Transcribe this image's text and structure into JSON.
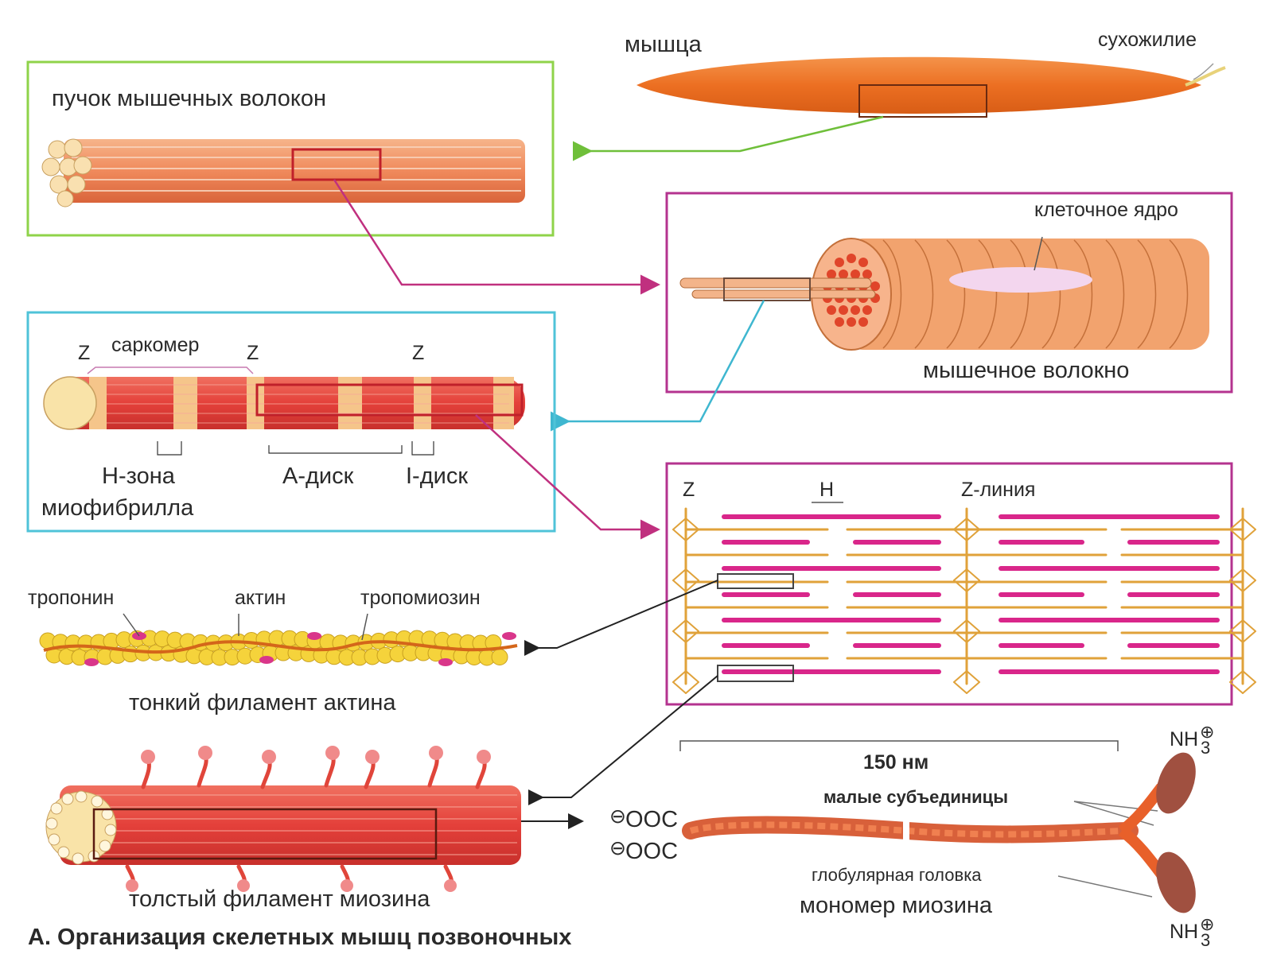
{
  "labels": {
    "muscle": "мышца",
    "tendon": "сухожилие",
    "bundle": "пучок мышечных волокон",
    "nucleus": "клеточное ядро",
    "fiber": "мышечное волокно",
    "sarcomere": "саркомер",
    "z1": "Z",
    "z2": "Z",
    "z3": "Z",
    "h_zone": "H-зона",
    "a_disk": "A-диск",
    "i_disk": "I-диск",
    "myofibril": "миофибрилла",
    "sarc_z": "Z",
    "sarc_h": "H",
    "sarc_zline": "Z-линия",
    "troponin": "тропонин",
    "actin": "актин",
    "tropomyosin": "тропомиозин",
    "thin_filament": "тонкий филамент актина",
    "thick_filament": "толстый филамент миозина",
    "length": "150 нм",
    "small_subunits": "малые субъединицы",
    "globular_head": "глобулярная головка",
    "myosin_monomer": "мономер миозина",
    "ooc1": "OOC",
    "ooc2": "OOC",
    "nh3_top": "NH",
    "nh3_bottom": "NH",
    "nh3_sub": "3",
    "charge_minus": "⊖",
    "charge_plus": "⊕",
    "caption": "А. Организация скелетных мышц позвоночных"
  },
  "colors": {
    "green_frame": "#8fd34a",
    "magenta_frame": "#b4338f",
    "cyan_frame": "#4fc3d8",
    "muscle": "#ef7a2c",
    "myosin": "#d9268a",
    "actin_line": "#e0a23a",
    "actin_bead": "#f5d33b"
  }
}
